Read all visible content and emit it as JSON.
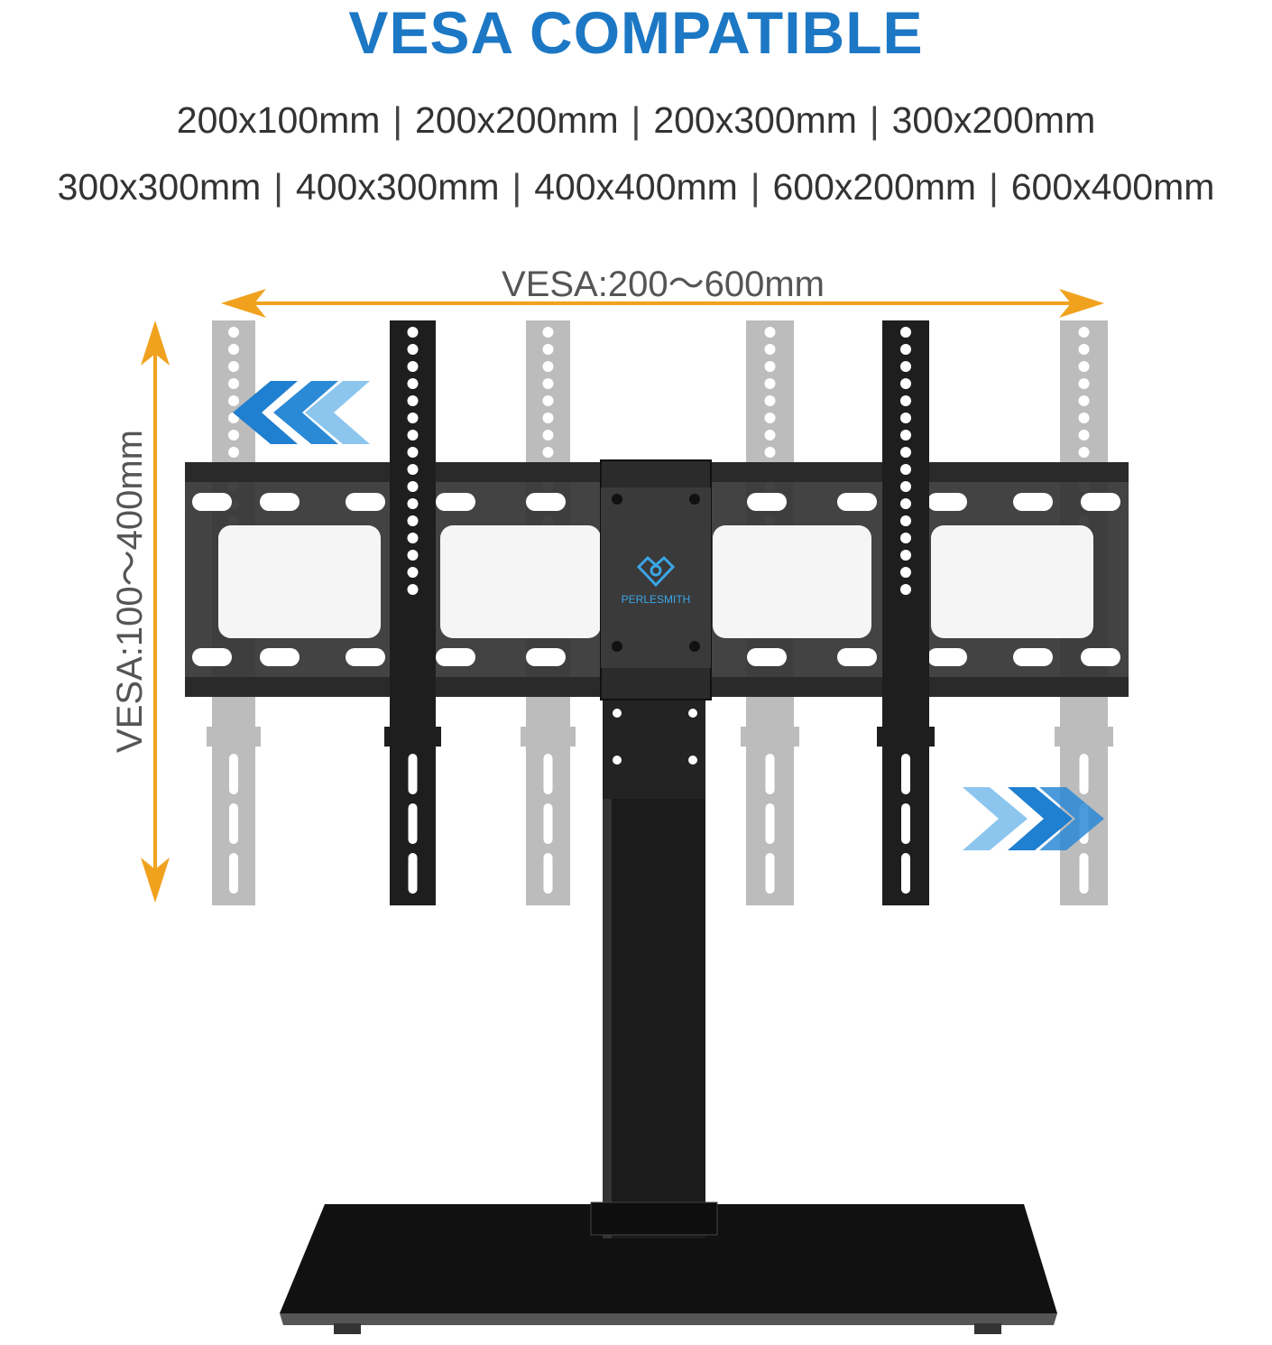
{
  "title": "VESA COMPATIBLE",
  "sizes_row1": [
    "200x100mm",
    "200x200mm",
    "200x300mm",
    "300x200mm"
  ],
  "sizes_row2": [
    "300x300mm",
    "400x300mm",
    "400x400mm",
    "600x200mm",
    "600x400mm"
  ],
  "separator": "|",
  "horizontal_label": "VESA:200～600mm",
  "vertical_label": "VESA:100～400mm",
  "brand_logo_text": "PERLESMITH",
  "colors": {
    "title": "#1c78c4",
    "arrow": "#f0a21e",
    "chevron_dark": "#1f7fd0",
    "chevron_light": "#8cc6ee",
    "metal": "#1e1e1e",
    "ghost": "#b5b5b5"
  }
}
